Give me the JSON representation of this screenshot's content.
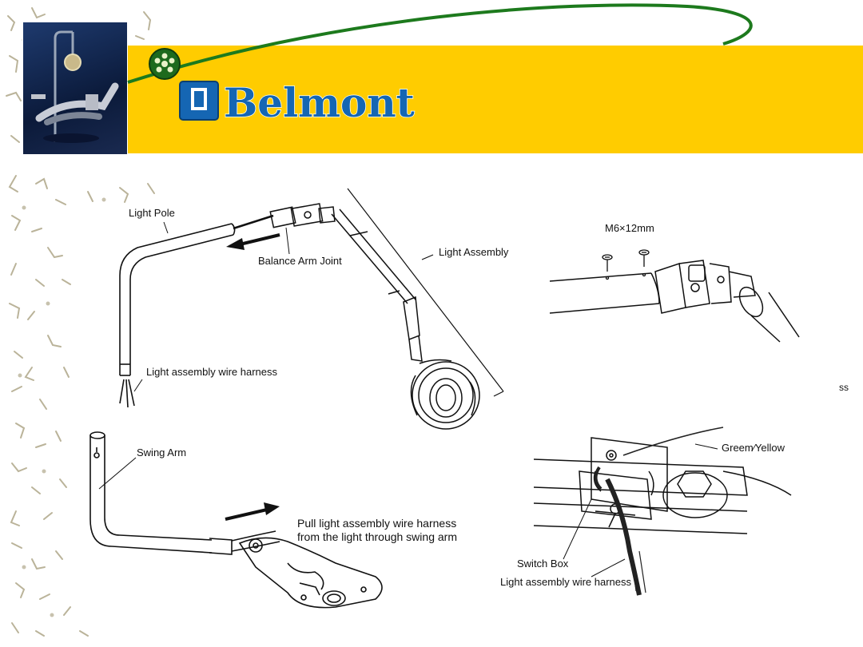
{
  "brand": {
    "name": "Belmont",
    "colors": {
      "banner": "#ffcc00",
      "swoosh": "#1d7a1d",
      "logo_blue": "#1566b3"
    }
  },
  "diagram1": {
    "light_pole": "Light Pole",
    "balance_arm_joint": "Balance Arm Joint",
    "light_assembly": "Light Assembly",
    "wire_harness": "Light assembly wire harness"
  },
  "diagram2": {
    "screw_spec": "M6×12mm",
    "cut_text": "ss"
  },
  "diagram3": {
    "swing_arm": "Swing Arm",
    "pull_line1": "Pull light assembly wire harness",
    "pull_line2": "from the light through swing arm"
  },
  "diagram4": {
    "green_yellow": "Greem∕Yellow",
    "switch_box": "Switch Box",
    "wire_harness": "Light assembly wire harness"
  }
}
